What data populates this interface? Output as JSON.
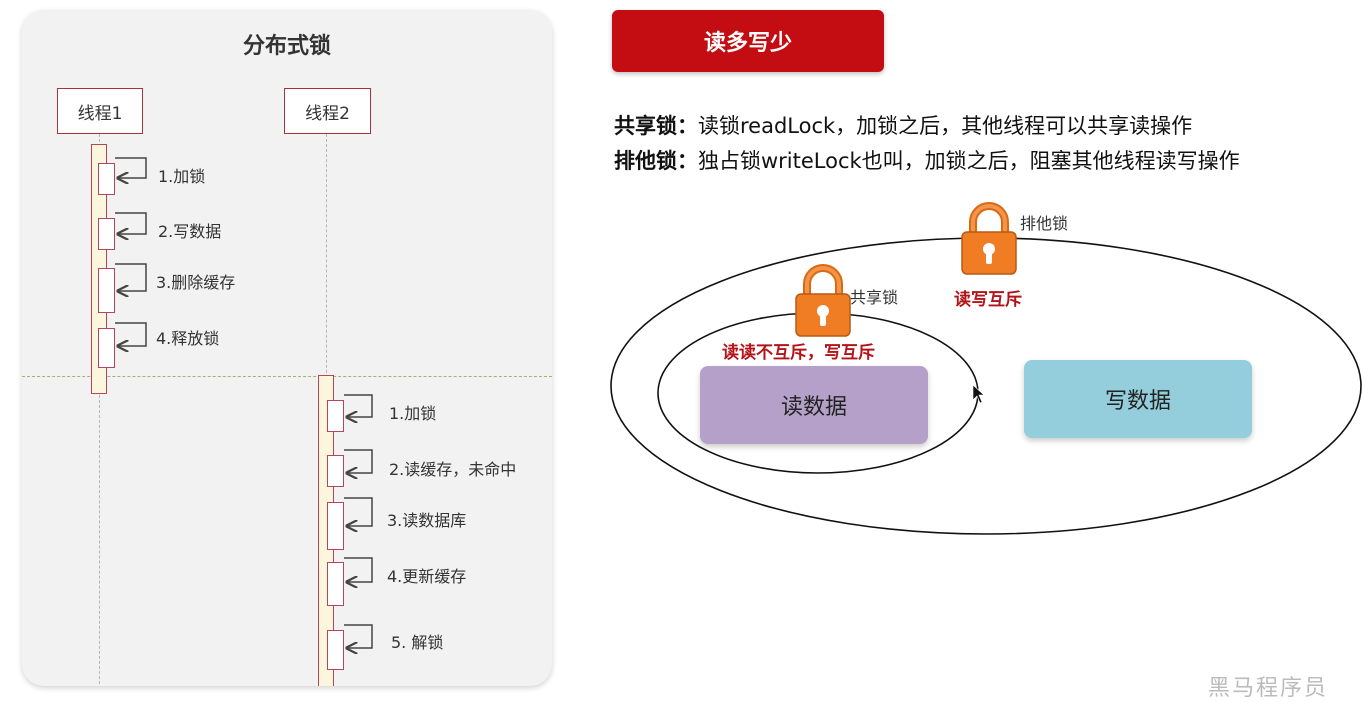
{
  "left_panel": {
    "title": "分布式锁",
    "actors": [
      "线程1",
      "线程2"
    ],
    "thread1_steps": [
      "1.加锁",
      "2.写数据",
      "3.删除缓存",
      "4.释放锁"
    ],
    "thread2_steps": [
      "1.加锁",
      "2.读缓存，未命中",
      "3.读数据库",
      "4.更新缓存",
      "5. 解锁"
    ]
  },
  "right_panel": {
    "banner": "读多写少",
    "shared_lock_term": "共享锁：",
    "shared_lock_desc": "读锁readLock，加锁之后，其他线程可以共享读操作",
    "exclusive_lock_term": "排他锁：",
    "exclusive_lock_desc": "独占锁writeLock也叫，加锁之后，阻塞其他线程读写操作",
    "exclusive_lock_label": "排他锁",
    "exclusive_mutex_label": "读写互斥",
    "shared_lock_label": "共享锁",
    "shared_mutex_label": "读读不互斥，写互斥",
    "read_box": "读数据",
    "write_box": "写数据",
    "colors": {
      "banner": "#c40d12",
      "lock": "#f07d23",
      "read_box": "#b4a0c8",
      "write_box": "#94cedd",
      "mutex_text": "#b3141a"
    }
  },
  "watermark": "黑马程序员"
}
